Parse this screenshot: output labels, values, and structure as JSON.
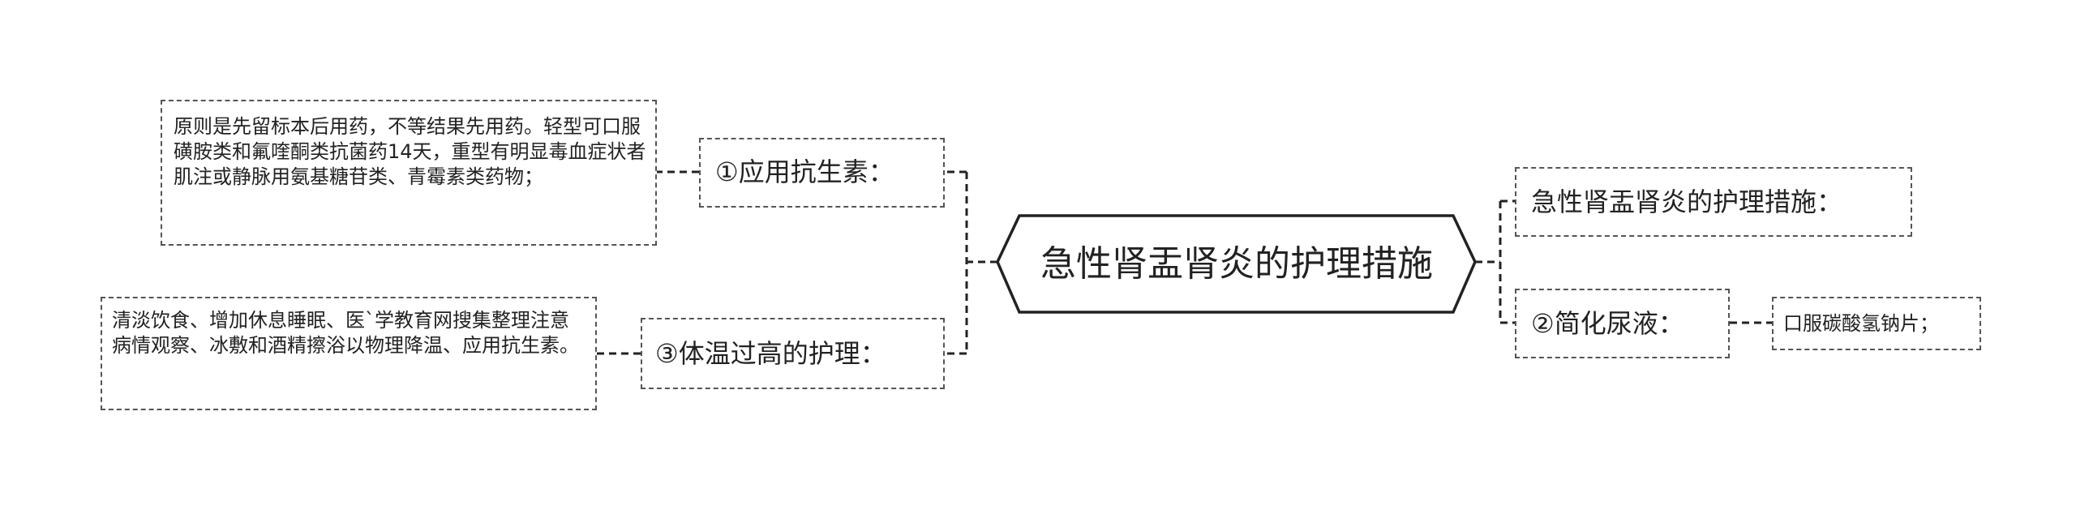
{
  "central_topic": "急性肾盂肾炎的护理措施",
  "left_branches": [
    {
      "label": "①应用抗生素：",
      "detail": "原则是先留标本后用药，不等结果先用药。轻型可口服磺胺类和氟喹酮类抗菌药14天，重型有明显毒血症状者肌注或静脉用氨基糖苷类、青霉素类药物；"
    },
    {
      "label": "③体温过高的护理：",
      "detail": "清淡饮食、增加休息睡眠、医`学教育网搜集整理注意病情观察、冰敷和酒精擦浴以物理降温、应用抗生素。"
    }
  ],
  "right_branches": [
    {
      "label": "急性肾盂肾炎的护理措施："
    },
    {
      "label": "②简化尿液：",
      "detail": "口服碳酸氢钠片；"
    }
  ],
  "colors": {
    "line": "#222222",
    "dashed_border": "#555555",
    "text": "#222222",
    "background": "#ffffff"
  }
}
